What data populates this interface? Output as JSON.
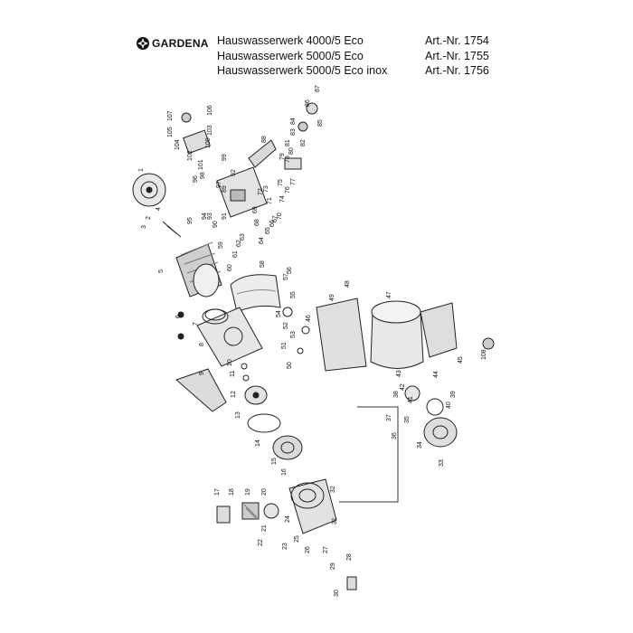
{
  "header": {
    "brand": "GARDENA",
    "products": [
      {
        "name": "Hauswasserwerk 4000/5 Eco",
        "art": "Art.-Nr. 1754"
      },
      {
        "name": "Hauswasserwerk 5000/5 Eco",
        "art": "Art.-Nr. 1755"
      },
      {
        "name": "Hauswasserwerk 5000/5 Eco inox",
        "art": "Art.-Nr. 1756"
      }
    ]
  },
  "parts": [
    "1",
    "2",
    "3",
    "4",
    "5",
    "6",
    "7",
    "8",
    "9",
    "10",
    "11",
    "12",
    "13",
    "14",
    "15",
    "16",
    "17",
    "18",
    "19",
    "20",
    "21",
    "22",
    "23",
    "24",
    "25",
    "26",
    "27",
    "28",
    "29",
    "30",
    "31",
    "32",
    "33",
    "34",
    "35",
    "36",
    "37",
    "38",
    "39",
    "40",
    "41",
    "42",
    "43",
    "44",
    "45",
    "46",
    "47",
    "48",
    "49",
    "50",
    "51",
    "52",
    "53",
    "54",
    "55",
    "56",
    "57",
    "58",
    "59",
    "60",
    "61",
    "62",
    "63",
    "64",
    "65",
    "66",
    "67",
    "68",
    "69",
    "70",
    "71",
    "72",
    "73",
    "74",
    "75",
    "76",
    "77",
    "78",
    "79",
    "80",
    "81",
    "82",
    "83",
    "84",
    "85",
    "86",
    "87",
    "88",
    "89",
    "90",
    "91",
    "92",
    "93",
    "94",
    "95",
    "96",
    "97",
    "98",
    "99",
    "100",
    "101",
    "102",
    "103",
    "104",
    "105",
    "106",
    "107",
    "108"
  ]
}
